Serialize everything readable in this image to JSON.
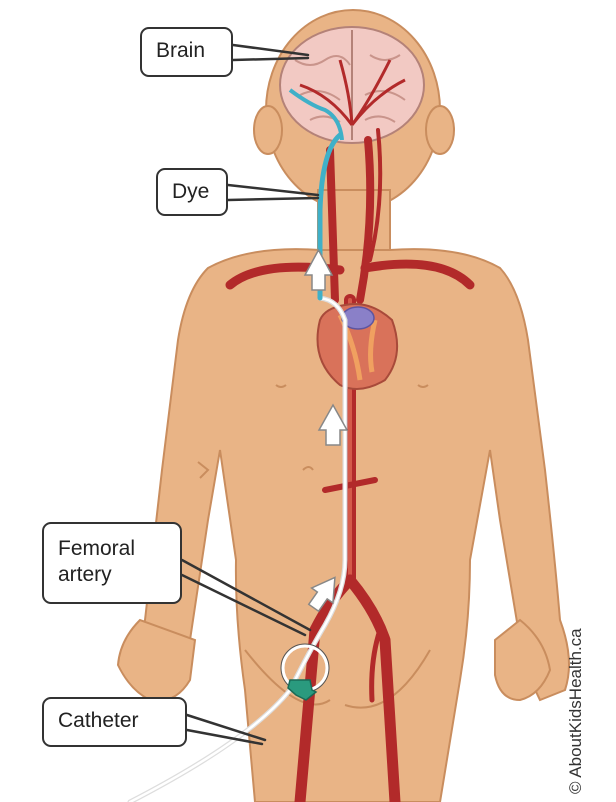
{
  "labels": {
    "brain": "Brain",
    "dye": "Dye",
    "femoral_line1": "Femoral",
    "femoral_line2": "artery",
    "catheter": "Catheter"
  },
  "credit": "© AboutKidsHealth.ca",
  "colors": {
    "skin": "#e9b486",
    "skin_shadow": "#d99e6e",
    "artery": "#b22a2a",
    "artery_light": "#d45a4a",
    "dye": "#3fb0c8",
    "brain": "#f2c9c3",
    "heart": "#d9725a",
    "catheter_hub": "#2a9a7e",
    "arrow": "#ffffff"
  }
}
